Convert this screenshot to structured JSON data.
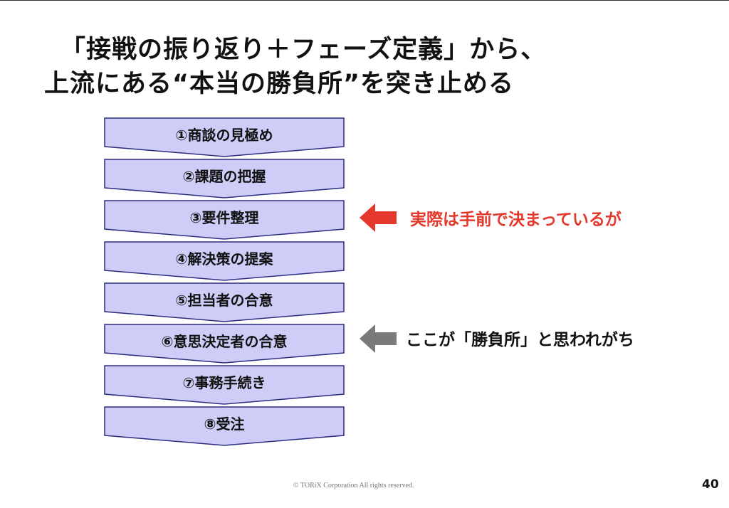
{
  "title": {
    "line1": "「接戦の振り返り＋フェーズ定義」から、",
    "line2": "上流にある“本当の勝負所”を突き止める"
  },
  "steps": [
    {
      "label": "①商談の見極め"
    },
    {
      "label": "②課題の把握"
    },
    {
      "label": "③要件整理"
    },
    {
      "label": "④解決策の提案"
    },
    {
      "label": "⑤担当者の合意"
    },
    {
      "label": "⑥意思決定者の合意"
    },
    {
      "label": "⑦事務手続き"
    },
    {
      "label": "⑧受注"
    }
  ],
  "notes": {
    "red": {
      "text": "実際は手前で決まっているが",
      "color": "#e3382b",
      "icon": "left-arrow-icon"
    },
    "gray": {
      "text": "ここが「勝負所」と思われがち",
      "color": "#7a7a7a",
      "icon": "left-arrow-icon"
    }
  },
  "colors": {
    "step_fill": "#cdcdf7",
    "step_stroke": "#2d2d80"
  },
  "footer": {
    "copyright": "© TORiX Corporation All rights reserved.",
    "page_number": "40"
  }
}
